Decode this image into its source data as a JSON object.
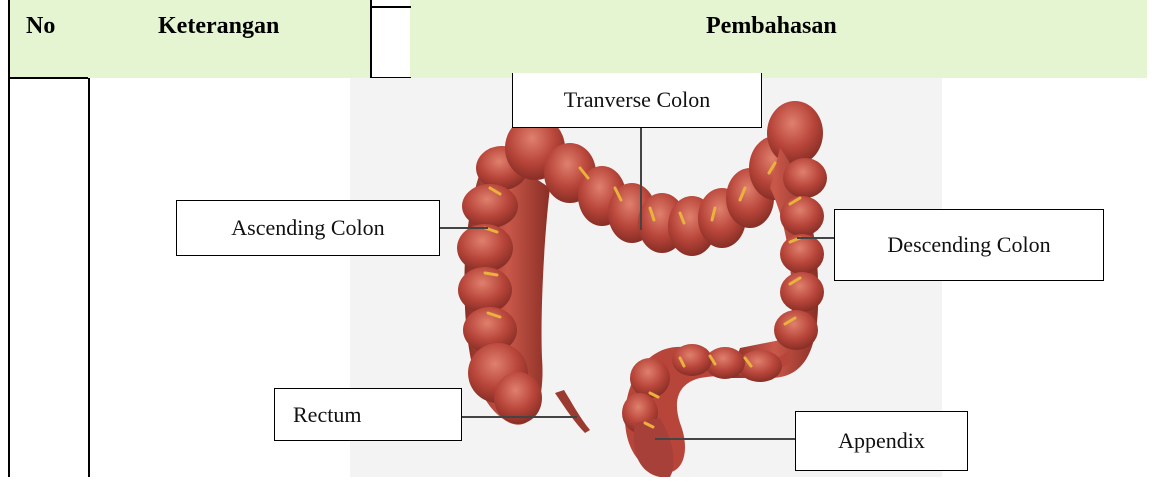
{
  "header": {
    "no": "No",
    "keterangan": "Keterangan",
    "pembahasan": "Pembahasan"
  },
  "labels": {
    "transverse": "Tranverse Colon",
    "ascending": "Ascending Colon",
    "descending": "Descending Colon",
    "rectum": "Rectum",
    "appendix": "Appendix"
  },
  "colors": {
    "header_bg": "#e5f5d2",
    "colon": "#b8453a",
    "colon_dark": "#7e2a22",
    "vessel": "#e8b23c"
  }
}
